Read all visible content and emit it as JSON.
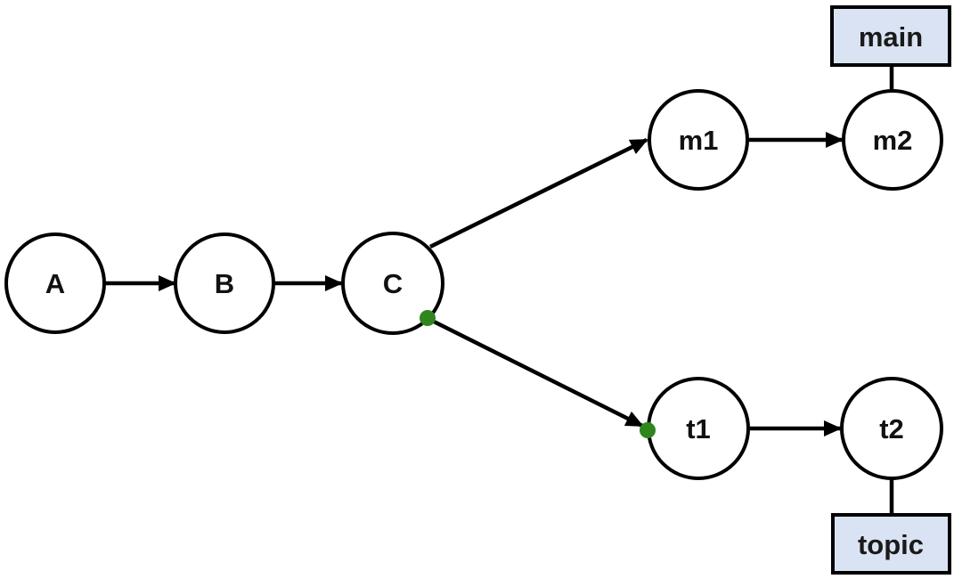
{
  "diagram": {
    "kind": "git-branch-commit-graph",
    "nodes": {
      "a": {
        "label": "A"
      },
      "b": {
        "label": "B"
      },
      "c": {
        "label": "C"
      },
      "m1": {
        "label": "m1"
      },
      "m2": {
        "label": "m2"
      },
      "t1": {
        "label": "t1"
      },
      "t2": {
        "label": "t2"
      }
    },
    "branch_labels": {
      "main": {
        "label": "main",
        "points_to": "m2"
      },
      "topic": {
        "label": "topic",
        "points_to": "t2"
      }
    },
    "edges": [
      {
        "from": "A",
        "to": "B",
        "arrow": true
      },
      {
        "from": "B",
        "to": "C",
        "arrow": true
      },
      {
        "from": "C",
        "to": "m1",
        "arrow": true
      },
      {
        "from": "C",
        "to": "t1",
        "arrow": true,
        "highlight_dots": true
      },
      {
        "from": "m1",
        "to": "m2",
        "arrow": true
      },
      {
        "from": "t1",
        "to": "t2",
        "arrow": true
      }
    ],
    "colors": {
      "background": "#ffffff",
      "node_fill": "#ffffff",
      "stroke": "#000000",
      "branch_box_fill": "#dae3f3",
      "highlight_dot_green": "#2e861c",
      "text": "#111111"
    }
  }
}
